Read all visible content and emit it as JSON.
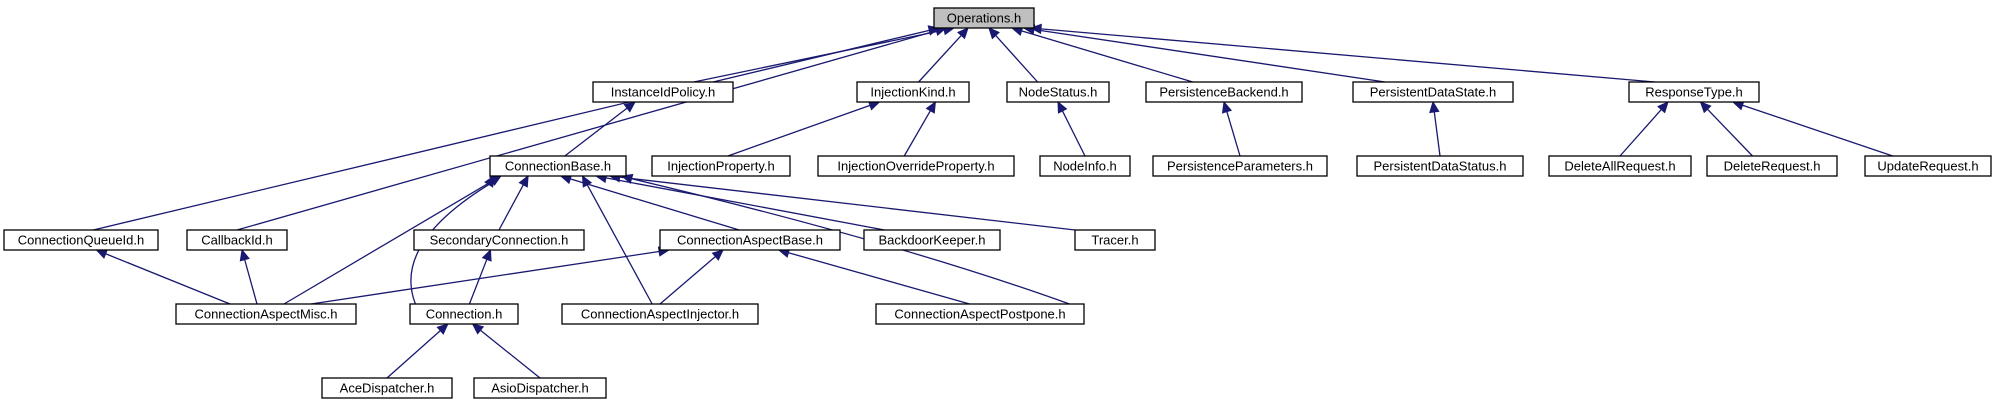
{
  "diagram": {
    "root": "Operations.h",
    "nodes": [
      {
        "id": "operations",
        "label": "Operations.h",
        "root": true
      },
      {
        "id": "instance_id_policy",
        "label": "InstanceIdPolicy.h"
      },
      {
        "id": "injection_kind",
        "label": "InjectionKind.h"
      },
      {
        "id": "node_status",
        "label": "NodeStatus.h"
      },
      {
        "id": "persistence_backend",
        "label": "PersistenceBackend.h"
      },
      {
        "id": "persistent_data_state",
        "label": "PersistentDataState.h"
      },
      {
        "id": "response_type",
        "label": "ResponseType.h"
      },
      {
        "id": "connection_base",
        "label": "ConnectionBase.h"
      },
      {
        "id": "injection_property",
        "label": "InjectionProperty.h"
      },
      {
        "id": "injection_override_property",
        "label": "InjectionOverrideProperty.h"
      },
      {
        "id": "node_info",
        "label": "NodeInfo.h"
      },
      {
        "id": "persistence_parameters",
        "label": "PersistenceParameters.h"
      },
      {
        "id": "persistent_data_status",
        "label": "PersistentDataStatus.h"
      },
      {
        "id": "delete_all_request",
        "label": "DeleteAllRequest.h"
      },
      {
        "id": "delete_request",
        "label": "DeleteRequest.h"
      },
      {
        "id": "update_request",
        "label": "UpdateRequest.h"
      },
      {
        "id": "connection_queue_id",
        "label": "ConnectionQueueId.h"
      },
      {
        "id": "callback_id",
        "label": "CallbackId.h"
      },
      {
        "id": "secondary_connection",
        "label": "SecondaryConnection.h"
      },
      {
        "id": "connection_aspect_base",
        "label": "ConnectionAspectBase.h"
      },
      {
        "id": "backdoor_keeper",
        "label": "BackdoorKeeper.h"
      },
      {
        "id": "tracer",
        "label": "Tracer.h"
      },
      {
        "id": "connection_aspect_misc",
        "label": "ConnectionAspectMisc.h"
      },
      {
        "id": "connection",
        "label": "Connection.h"
      },
      {
        "id": "connection_aspect_injector",
        "label": "ConnectionAspectInjector.h"
      },
      {
        "id": "connection_aspect_postpone",
        "label": "ConnectionAspectPostpone.h"
      },
      {
        "id": "ace_dispatcher",
        "label": "AceDispatcher.h"
      },
      {
        "id": "asio_dispatcher",
        "label": "AsioDispatcher.h"
      }
    ],
    "edges": [
      {
        "from": "instance_id_policy",
        "to": "operations"
      },
      {
        "from": "injection_kind",
        "to": "operations"
      },
      {
        "from": "node_status",
        "to": "operations"
      },
      {
        "from": "persistence_backend",
        "to": "operations"
      },
      {
        "from": "persistent_data_state",
        "to": "operations"
      },
      {
        "from": "response_type",
        "to": "operations"
      },
      {
        "from": "connection_queue_id",
        "to": "operations"
      },
      {
        "from": "callback_id",
        "to": "operations"
      },
      {
        "from": "connection_base",
        "to": "instance_id_policy"
      },
      {
        "from": "injection_property",
        "to": "injection_kind"
      },
      {
        "from": "injection_override_property",
        "to": "injection_kind"
      },
      {
        "from": "node_info",
        "to": "node_status"
      },
      {
        "from": "persistence_parameters",
        "to": "persistence_backend"
      },
      {
        "from": "persistent_data_status",
        "to": "persistent_data_state"
      },
      {
        "from": "delete_all_request",
        "to": "response_type"
      },
      {
        "from": "delete_request",
        "to": "response_type"
      },
      {
        "from": "update_request",
        "to": "response_type"
      },
      {
        "from": "secondary_connection",
        "to": "connection_base"
      },
      {
        "from": "connection_aspect_base",
        "to": "connection_base"
      },
      {
        "from": "backdoor_keeper",
        "to": "connection_base"
      },
      {
        "from": "tracer",
        "to": "connection_base"
      },
      {
        "from": "connection_aspect_misc",
        "to": "connection_base"
      },
      {
        "from": "connection",
        "to": "connection_base"
      },
      {
        "from": "connection_aspect_injector",
        "to": "connection_base"
      },
      {
        "from": "connection_aspect_postpone",
        "to": "connection_base"
      },
      {
        "from": "connection_aspect_misc",
        "to": "connection_queue_id"
      },
      {
        "from": "connection_aspect_misc",
        "to": "callback_id"
      },
      {
        "from": "connection",
        "to": "secondary_connection"
      },
      {
        "from": "connection_aspect_misc",
        "to": "connection_aspect_base"
      },
      {
        "from": "connection_aspect_injector",
        "to": "connection_aspect_base"
      },
      {
        "from": "connection_aspect_postpone",
        "to": "connection_aspect_base"
      },
      {
        "from": "ace_dispatcher",
        "to": "connection"
      },
      {
        "from": "asio_dispatcher",
        "to": "connection"
      }
    ],
    "colors": {
      "edge": "#191970",
      "root_fill": "#bfbfbf",
      "node_fill": "#ffffff",
      "border": "#000000"
    }
  }
}
